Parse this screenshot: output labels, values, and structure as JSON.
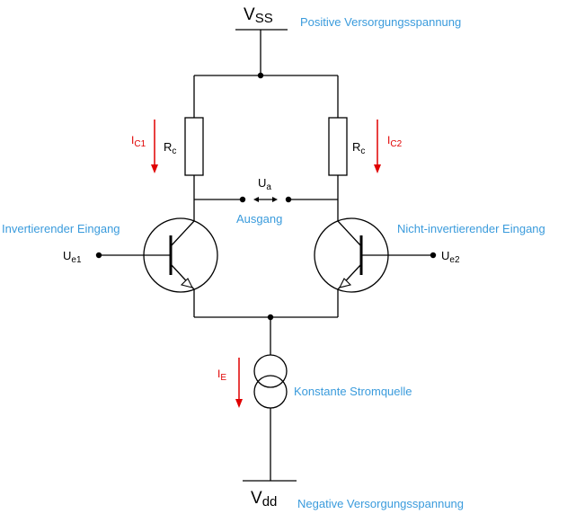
{
  "colors": {
    "annotation": "#3a9bdc",
    "current_arrow": "#e00000",
    "wire": "#000000"
  },
  "supply": {
    "vss_symbol": "V",
    "vss_sub": "SS",
    "vss_label": "Positive Versorgungsspannung",
    "vdd_symbol": "V",
    "vdd_sub": "dd",
    "vdd_label": "Negative Versorgungsspannung"
  },
  "resistors": {
    "left_symbol": "R",
    "left_sub": "c",
    "right_symbol": "R",
    "right_sub": "c"
  },
  "currents": {
    "ic1_symbol": "I",
    "ic1_sub": "C1",
    "ic2_symbol": "I",
    "ic2_sub": "C2",
    "ie_symbol": "I",
    "ie_sub": "E"
  },
  "output": {
    "ua_symbol": "U",
    "ua_sub": "a",
    "label": "Ausgang"
  },
  "inputs": {
    "left_label": "Invertierender Eingang",
    "left_symbol": "U",
    "left_sub": "e1",
    "right_label": "Nicht-invertierender Eingang",
    "right_symbol": "U",
    "right_sub": "e2"
  },
  "source": {
    "label": "Konstante Stromquelle"
  }
}
